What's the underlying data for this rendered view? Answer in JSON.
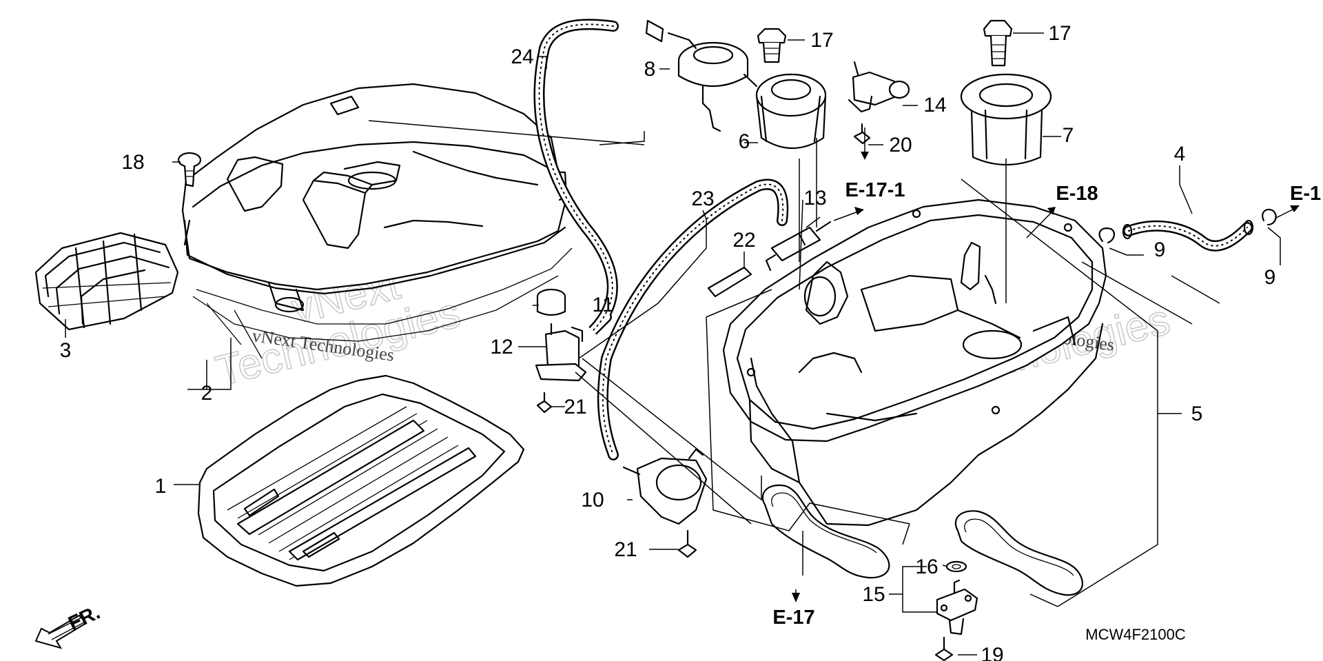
{
  "diagram": {
    "code": "MCW4F2100C",
    "front_marker": "FR.",
    "watermarks": [
      "vNext",
      "Technologies",
      "vNext Technologies"
    ],
    "callouts": {
      "c1": "1",
      "c2": "2",
      "c3": "3",
      "c4": "4",
      "c5": "5",
      "c6": "6",
      "c7": "7",
      "c8": "8",
      "c9a": "9",
      "c9b": "9",
      "c10": "10",
      "c11": "11",
      "c12": "12",
      "c13": "13",
      "c14": "14",
      "c15": "15",
      "c16": "16",
      "c17a": "17",
      "c17b": "17",
      "c18": "18",
      "c19": "19",
      "c20": "20",
      "c21a": "21",
      "c21b": "21",
      "c22": "22",
      "c23": "23",
      "c24": "24"
    },
    "references": {
      "e17": "E-17",
      "e17_1": "E-17-1",
      "e18": "E-18",
      "e1": "E-1"
    }
  }
}
